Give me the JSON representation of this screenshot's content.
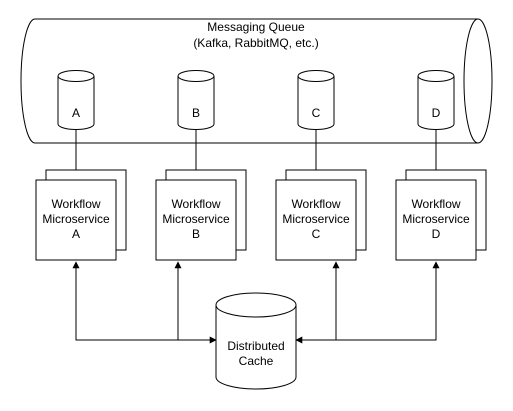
{
  "diagram": {
    "queue": {
      "title": "Messaging Queue",
      "subtitle": "(Kafka, RabbitMQ, etc.)",
      "topics": [
        "A",
        "B",
        "C",
        "D"
      ]
    },
    "services": [
      {
        "line1": "Workflow",
        "line2": "Microservice",
        "line3": "A"
      },
      {
        "line1": "Workflow",
        "line2": "Microservice",
        "line3": "B"
      },
      {
        "line1": "Workflow",
        "line2": "Microservice",
        "line3": "C"
      },
      {
        "line1": "Workflow",
        "line2": "Microservice",
        "line3": "D"
      }
    ],
    "cache": {
      "line1": "Distributed",
      "line2": "Cache"
    },
    "colors": {
      "stroke": "#000000",
      "fill": "#ffffff"
    }
  }
}
